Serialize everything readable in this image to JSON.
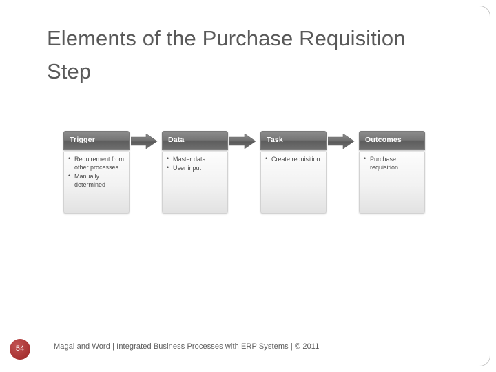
{
  "slide": {
    "title": "Elements of the Purchase Requisition Step",
    "page_number": "54",
    "footer": "Magal and Word | Integrated Business Processes with ERP Systems | © 2011",
    "accent_color": "#a73232",
    "title_color": "#595959",
    "header_color": "#6e6e6e"
  },
  "diagram": {
    "type": "process-flow",
    "steps": [
      {
        "header": "Trigger",
        "items": [
          "Requirement from other processes",
          "Manually determined"
        ]
      },
      {
        "header": "Data",
        "items": [
          "Master data",
          "User input"
        ]
      },
      {
        "header": "Task",
        "items": [
          "Create requisition"
        ]
      },
      {
        "header": "Outcomes",
        "items": [
          "Purchase requisition"
        ]
      }
    ],
    "connector_icon": "right-arrow-icon"
  }
}
